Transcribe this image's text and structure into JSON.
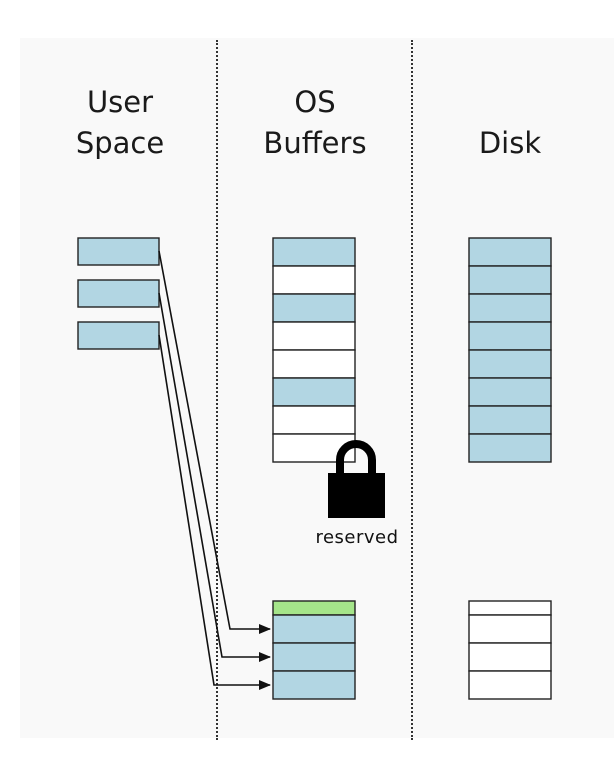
{
  "columns": {
    "user_space": {
      "line1": "User",
      "line2": "Space"
    },
    "os_buffers": {
      "line1": "OS",
      "line2": "Buffers"
    },
    "disk": {
      "line1": "Disk"
    }
  },
  "lock": {
    "icon": "lock-icon",
    "label": "reserved"
  },
  "colors": {
    "block_filled": "#b2d6e3",
    "block_empty": "#ffffff",
    "block_reserved_strip": "#a5e58a",
    "stroke": "#222222"
  },
  "blocks": {
    "user_space": [
      "filled",
      "filled",
      "filled"
    ],
    "os_buffers_upper": [
      "filled",
      "empty",
      "filled",
      "empty",
      "empty",
      "filled",
      "empty",
      "empty"
    ],
    "os_buffers_lower": [
      "filled",
      "filled",
      "filled"
    ],
    "disk_upper": [
      "filled",
      "filled",
      "filled",
      "filled",
      "filled",
      "filled",
      "filled",
      "filled"
    ],
    "disk_lower": [
      "empty",
      "empty",
      "empty",
      "empty"
    ]
  }
}
